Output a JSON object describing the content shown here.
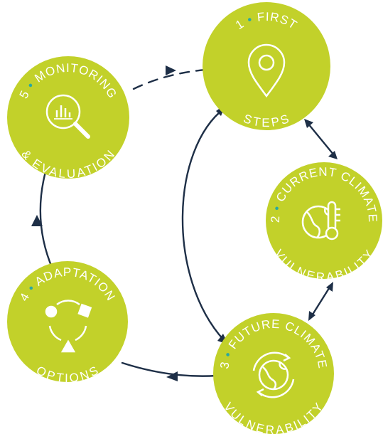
{
  "colors": {
    "circle_fill": "#c2d12a",
    "arrow": "#1e2f47",
    "text": "#ffffff",
    "dot_accent": "#2aa8a0",
    "side_mark": "#1a1a1a"
  },
  "stages": [
    {
      "number": "1",
      "top_label": "FIRST",
      "bottom_label": "STEPS",
      "icon": "location-pin-icon"
    },
    {
      "number": "2",
      "top_label": "CURRENT CLIMATE",
      "bottom_label": "VULNERABILITY",
      "icon": "globe-thermometer-icon"
    },
    {
      "number": "3",
      "top_label": "FUTURE CLIMATE",
      "bottom_label": "VULNERABILITY",
      "icon": "globe-cycle-icon"
    },
    {
      "number": "4",
      "top_label": "ADAPTATION",
      "bottom_label": "OPTIONS",
      "icon": "shapes-cycle-icon"
    },
    {
      "number": "5",
      "top_label": "MONITORING",
      "bottom_label": "& EVALUATION",
      "icon": "magnifier-chart-icon"
    }
  ],
  "side_mark": "I"
}
